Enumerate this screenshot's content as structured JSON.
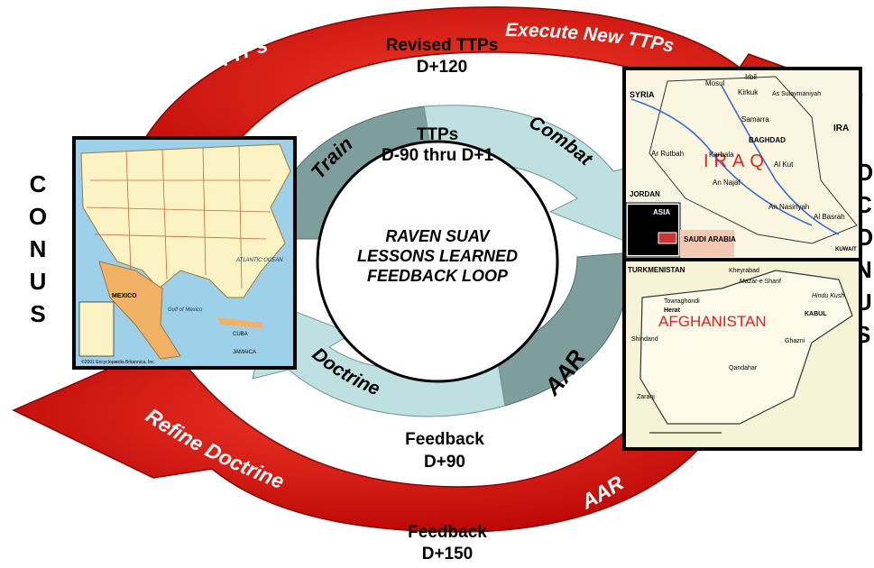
{
  "center": {
    "line1": "RAVEN SUAV",
    "line2": "LESSONS LEARNED",
    "line3": "FEEDBACK LOOP"
  },
  "outer_loop": {
    "train_new_ttps": "Train New TTPs",
    "execute_new_ttps": "Execute New TTPs",
    "refine_doctrine": "Refine Doctrine",
    "aar": "AAR"
  },
  "inner_loop": {
    "train": "Train",
    "combat": "Combat",
    "doctrine": "Doctrine",
    "aar": "AAR"
  },
  "labels": {
    "revised_ttps": "Revised TTPs",
    "revised_ttps_time": "D+120",
    "ttps": "TTPs",
    "ttps_time": "D-90 thru D+1",
    "feedback_inner": "Feedback",
    "feedback_inner_time": "D+90",
    "feedback_outer": "Feedback",
    "feedback_outer_time": "D+150"
  },
  "side_labels": {
    "conus_letters": [
      "C",
      "O",
      "N",
      "U",
      "S"
    ],
    "oconus_letters": [
      "O",
      "C",
      "O",
      "N",
      "U",
      "S"
    ]
  },
  "maps": {
    "usa": {
      "caption": "©2001 Encyclopædia Britannica, Inc.",
      "labels": [
        "MEXICO",
        "Gulf of Mexico",
        "ATLANTIC OCEAN",
        "CUBA",
        "JAMAICA"
      ]
    },
    "iraq": {
      "title": "IRAQ",
      "labels": [
        "SYRIA",
        "Mosul",
        "Irbil",
        "Kirkuk",
        "As Sulaymaniyah",
        "Samarra",
        "BAGHDAD",
        "Ar Rutbah",
        "Karbala",
        "Al Kut",
        "An Najaf",
        "An Nasiriyah",
        "Al Basrah",
        "JORDAN",
        "SAUDI ARABIA",
        "ASIA",
        "KUWAIT",
        "IRA"
      ]
    },
    "afghanistan": {
      "title": "AFGHANISTAN",
      "labels": [
        "TURKMENISTAN",
        "Kheyrabad",
        "Mazar-e Sharif",
        "Towraghondi",
        "Herat",
        "Shindand",
        "KABUL",
        "Ghazni",
        "Qandahar",
        "Zaranj",
        "Hindu Kush"
      ]
    }
  },
  "colors": {
    "red": "#d50d0d",
    "red_dark": "#a80000",
    "teal_dark": "#7e9e9d",
    "teal_light": "#bfe0e0"
  }
}
